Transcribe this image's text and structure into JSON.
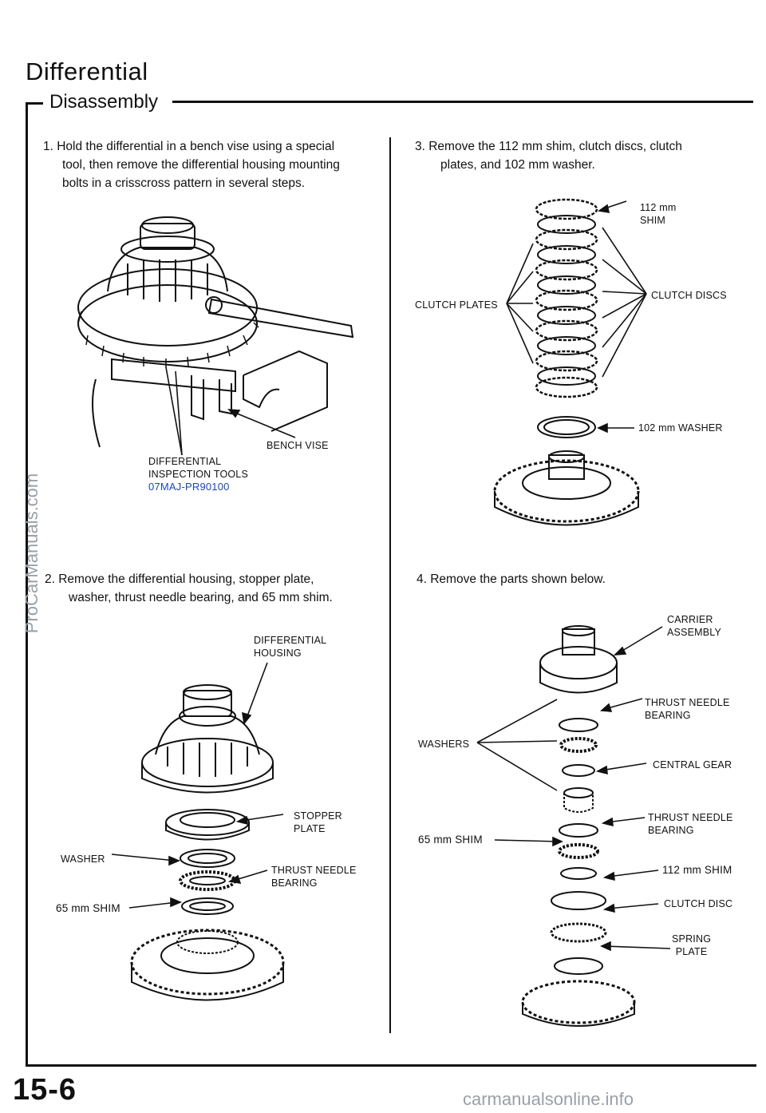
{
  "header": {
    "title": "Differential",
    "subtitle": "Disassembly"
  },
  "steps": {
    "s1": [
      "1.  Hold the differential in a bench vise using a special",
      "tool, then remove the differential housing mounting",
      "bolts in a crisscross pattern in several steps."
    ],
    "s2": [
      "2.   Remove  the  differential  housing,  stopper  plate,",
      "washer, thrust needle bearing, and 65 mm shim."
    ],
    "s3": [
      "3.   Remove  the  112  mm  shim,  clutch  discs,  clutch",
      "plates, and 102 mm washer."
    ],
    "s4": "4.   Remove the parts shown below."
  },
  "fig1": {
    "bench_vise": "BENCH VISE",
    "tools_l1": "DIFFERENTIAL",
    "tools_l2": "INSPECTION TOOLS",
    "tool_code": "07MAJ-PR90100"
  },
  "fig2": {
    "housing_l1": "DIFFERENTIAL",
    "housing_l2": "HOUSING",
    "stopper_l1": "STOPPER",
    "stopper_l2": "PLATE",
    "washer": "WASHER",
    "thrust_l1": "THRUST NEEDLE",
    "thrust_l2": "BEARING",
    "shim": "65 mm SHIM"
  },
  "fig3": {
    "shim_l1": "112 mm",
    "shim_l2": "SHIM",
    "discs": "CLUTCH DISCS",
    "plates": "CLUTCH PLATES",
    "washer": "102 mm WASHER"
  },
  "fig4": {
    "carrier_l1": "CARRIER",
    "carrier_l2": "ASSEMBLY",
    "thrust1_l1": "THRUST NEEDLE",
    "thrust1_l2": "BEARING",
    "washers": "WASHERS",
    "central": "CENTRAL GEAR",
    "thrust2_l1": "THRUST NEEDLE",
    "thrust2_l2": "BEARING",
    "shim65": "65 mm SHIM",
    "shim112": "112 mm SHIM",
    "disc": "CLUTCH DISC",
    "spring_l1": "SPRING",
    "spring_l2": "PLATE"
  },
  "footer": {
    "page_number": "15-6",
    "watermark_left": "ProCarManuals.com",
    "watermark_bottom": "carmanualsonline.info"
  },
  "colors": {
    "tool_code": "#1a44c8",
    "watermark": "#9aa0a8"
  }
}
